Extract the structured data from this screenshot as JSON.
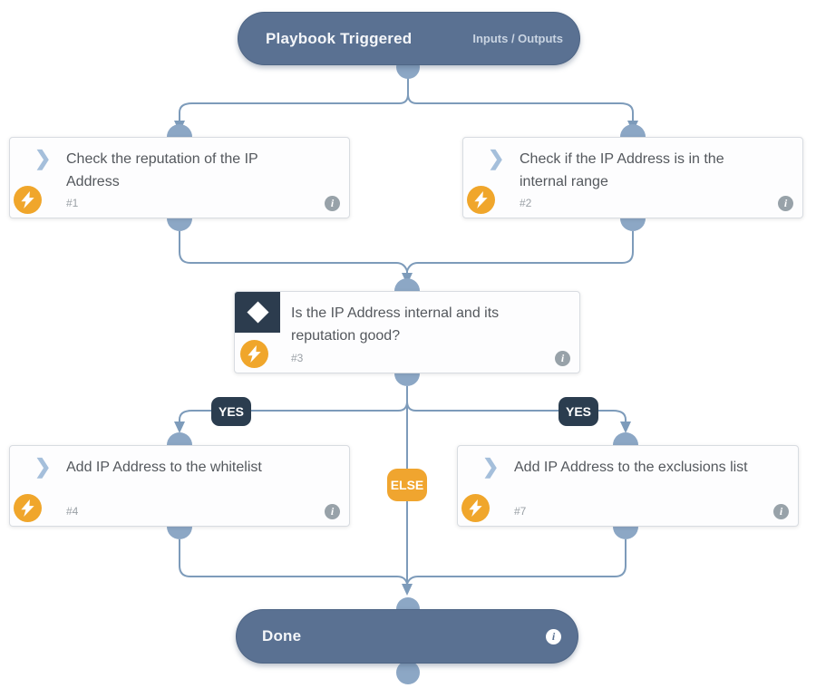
{
  "trigger": {
    "title": "Playbook Triggered",
    "io_label": "Inputs / Outputs"
  },
  "tasks": [
    {
      "title": "Check the reputation of the IP Address",
      "number": "#1"
    },
    {
      "title": "Check if the IP Address is in the internal range",
      "number": "#2"
    },
    {
      "title": "Is the IP Address internal and its reputation good?",
      "number": "#3"
    },
    {
      "title": "Add IP Address to the whitelist",
      "number": "#4"
    },
    {
      "title": "Add IP Address to the exclusions list",
      "number": "#7"
    }
  ],
  "branches": {
    "yes_left": "YES",
    "yes_right": "YES",
    "else_label": "ELSE"
  },
  "done": {
    "title": "Done"
  },
  "icons": {
    "chevron": "❯",
    "info": "i"
  },
  "colors": {
    "node_blue": "#5a7192",
    "port_blue": "#8ca7c5",
    "line_blue": "#7d9bba",
    "badge_navy": "#2b3d4f",
    "accent_orange": "#f0a62b",
    "condition_navy": "#2c3c4e",
    "box_border": "#d8dce1",
    "title_text": "#54585d"
  }
}
